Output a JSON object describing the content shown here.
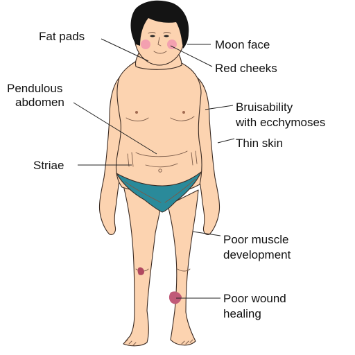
{
  "labels": {
    "fat_pads": "Fat pads",
    "moon_face": "Moon face",
    "red_cheeks": "Red cheeks",
    "pendulous_abdomen_1": "Pendulous",
    "pendulous_abdomen_2": "abdomen",
    "bruisability_1": "Bruisability",
    "bruisability_2": "with ecchymoses",
    "thin_skin": "Thin skin",
    "striae": "Striae",
    "poor_muscle_1": "Poor muscle",
    "poor_muscle_2": "development",
    "poor_wound_1": "Poor wound",
    "poor_wound_2": "healing"
  },
  "colors": {
    "skin": "#fcd3b0",
    "hair": "#141414",
    "briefs": "#2a8a9a",
    "cheeks": "#f3a0b0",
    "bruise": "#b04860",
    "wound": "#c05a78"
  }
}
